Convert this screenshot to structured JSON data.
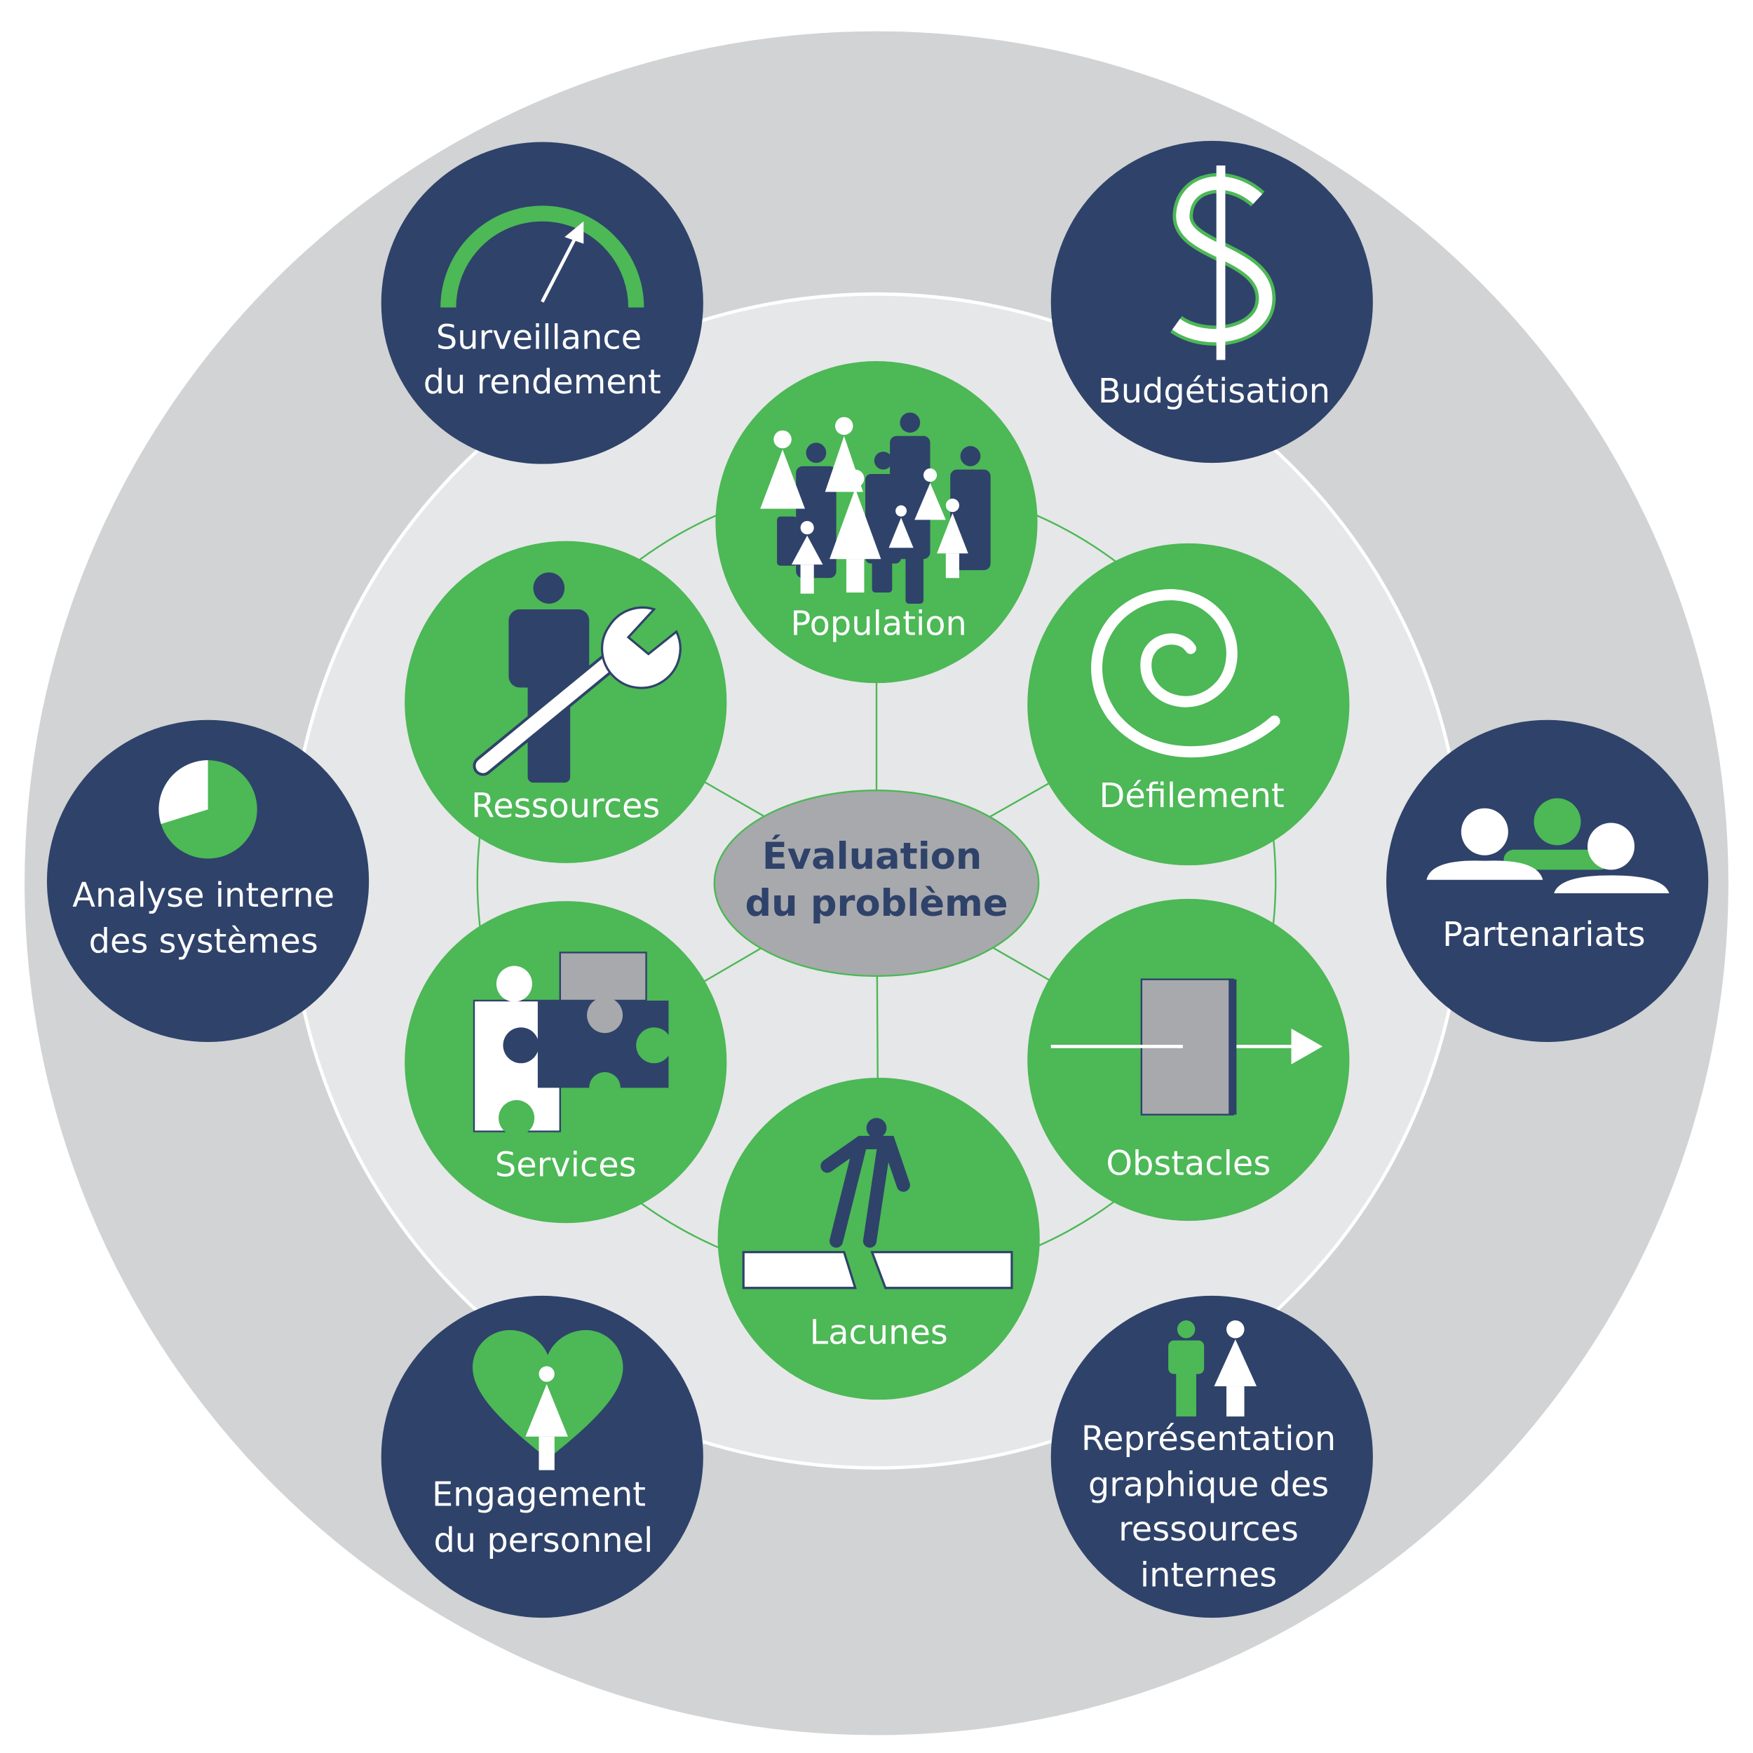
{
  "center": {
    "line1": "Évaluation",
    "line2": "du problème"
  },
  "inner_nodes": [
    {
      "label": "Population",
      "icon": "people-group-icon"
    },
    {
      "label": "Défilement",
      "icon": "spiral-icon"
    },
    {
      "label": "Obstacles",
      "icon": "door-arrow-icon"
    },
    {
      "label": "Lacunes",
      "icon": "person-gap-icon"
    },
    {
      "label": "Services",
      "icon": "puzzle-icon"
    },
    {
      "label": "Ressources",
      "icon": "person-wrench-icon"
    }
  ],
  "outer_nodes": [
    {
      "line1": "Surveillance",
      "line2": "du rendement",
      "icon": "gauge-icon"
    },
    {
      "line1": "Budgétisation",
      "icon": "dollar-icon"
    },
    {
      "line1": "Partenariats",
      "icon": "partners-icon"
    },
    {
      "line1": "Représentation",
      "line2": "graphique des",
      "line3": "ressources",
      "line4": "internes",
      "icon": "man-woman-icon"
    },
    {
      "line1": "Engagement",
      "line2": "du personnel",
      "icon": "heart-person-icon"
    },
    {
      "line1": "Analyse interne",
      "line2": "des systèmes",
      "icon": "pie-chart-icon"
    }
  ],
  "colors": {
    "navy": "#2f426a",
    "green": "#4cb856",
    "outer_ring": "#d1d3d4",
    "inner_ring": "#e6e7e8",
    "center": "#a7a9ac"
  }
}
